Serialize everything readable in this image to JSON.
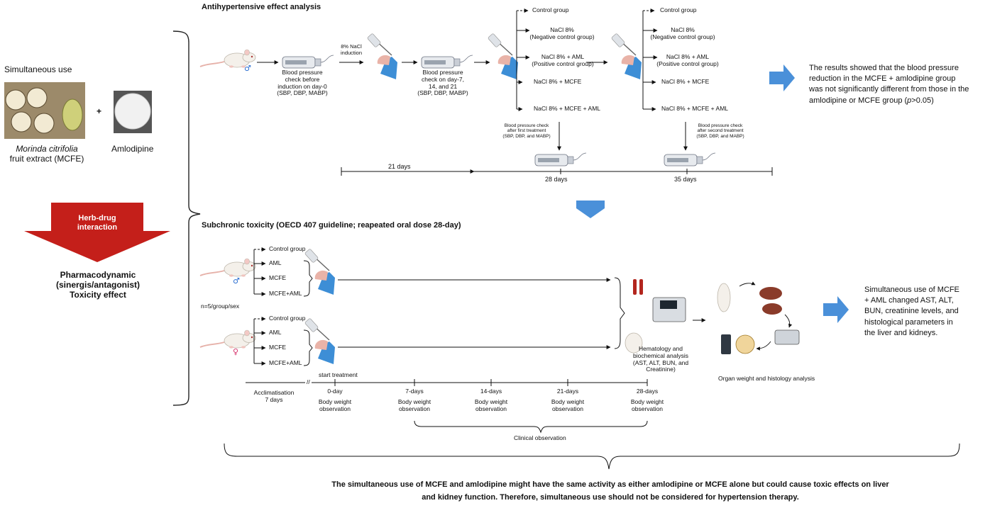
{
  "left": {
    "simultaneous_use": "Simultaneous use",
    "plus": "+",
    "morinda_name": "Morinda citrifolia",
    "morinda_sub": "fruit extract (MCFE)",
    "amlodipine": "Amlodipine",
    "herb_drug": [
      "Herb-drug",
      "interaction"
    ],
    "effects": [
      "Pharmacodynamic",
      "(sinergis/antagonist)",
      "Toxicity effect"
    ]
  },
  "anti": {
    "title": "Antihypertensive effect analysis",
    "bp_before": [
      "Blood pressure",
      "check before",
      "induction on day-0",
      "(SBP, DBP, MABP)"
    ],
    "nacl_induction": [
      "8% NaCl",
      "induction"
    ],
    "bp_check2": [
      "Blood pressure",
      "check on day-7,",
      "14, and 21",
      "(SBP, DBP, MABP)"
    ],
    "groups1": {
      "control": "Control group",
      "neg": [
        "NaCl 8%",
        "(Negative control group)"
      ],
      "pos": [
        "NaCl 8% + AML",
        "(Positive control group)"
      ],
      "mcfe": "NaCl 8% + MCFE",
      "mcfe_aml": "NaCl 8% + MCFE + AML"
    },
    "groups2": {
      "control": "Control group",
      "neg": [
        "NaCl 8%",
        "(Negative control group)"
      ],
      "pos": [
        "NaCl 8% + AML",
        "(Positive control group)"
      ],
      "mcfe": "NaCl 8% + MCFE",
      "mcfe_aml": "NaCl 8% + MCFE + AML"
    },
    "bp_first": [
      "Blood pressure check",
      "after first treatment",
      "(SBP, DBP, and MABP)"
    ],
    "bp_second": [
      "Blood pressure check",
      "after second treatment",
      "(SBP, DBP, and MABP)"
    ],
    "days21": "21 days",
    "days28": "28  days",
    "days35": "35  days",
    "result": [
      "The results showed that the blood pressure",
      "reduction in the MCFE + amlodipine group",
      "was not significantly different from those in the",
      "amlodipine or MCFE group (",
      "p",
      ">0.05)"
    ]
  },
  "tox": {
    "title": "Subchronic toxicity (OECD 407 guideline; reapeated oral dose 28-day)",
    "male_groups": [
      "Control group",
      "AML",
      "MCFE",
      "MCFE+AML"
    ],
    "female_groups": [
      "Control group",
      "AML",
      "MCFE",
      "MCFE+AML"
    ],
    "n_label": "n=5/group/sex",
    "hema": [
      "Hematology and",
      "biochemical analysis",
      "(AST, ALT, BUN, and",
      "Creatinine)"
    ],
    "organ": "Organ weight and histology analysis",
    "result": [
      "Simultaneous use of MCFE",
      "+ AML changed AST, ALT,",
      "BUN, creatinine levels, and",
      "histological parameters in",
      "the liver and kidneys."
    ],
    "timeline": {
      "acclimatisation": [
        "Acclimatisation",
        "7 days"
      ],
      "break": "//",
      "start": "start treatment",
      "ticks": [
        "0-day",
        "7-days",
        "14-days",
        "21-days",
        "28-days"
      ],
      "bw": [
        "Body weight",
        "observation"
      ],
      "clinical": "Clinical observation"
    }
  },
  "conclusion": [
    "The simultaneous use of MCFE and amlodipine might have the same activity as either amlodipine or MCFE alone but could cause toxic effects on liver",
    "and kidney function. Therefore, simultaneous use should not be considered for hypertension therapy."
  ],
  "colors": {
    "blue_arrow": "#4a90d9",
    "red_arrow": "#c41f1a",
    "glove": "#3d8ed6",
    "rat": "#f4f0ea"
  }
}
